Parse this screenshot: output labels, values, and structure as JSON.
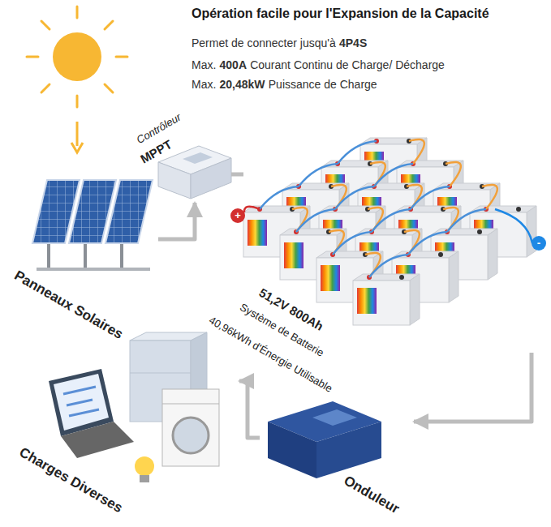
{
  "diagram": {
    "title": "Opération facile pour l'Expansion de la Capacité",
    "nodes": [
      {
        "text": [
          "Panneaux Solaires"
        ]
      },
      {
        "text": [
          "Contrôleur",
          "MPPT"
        ]
      },
      {
        "text": [
          "51,2V 800Ah",
          "Système de Batterie",
          "40,96kWh d'Énergie Utilisable"
        ]
      },
      {
        "text": [
          "Onduleur"
        ]
      },
      {
        "text": [
          "Charges Diverses"
        ]
      }
    ],
    "edges": [
      {
        "from": 0,
        "to": 1,
        "arrow": "to"
      },
      {
        "from": 1,
        "to": 2,
        "arrow": "none"
      },
      {
        "from": 2,
        "to": 3,
        "arrow": "to"
      },
      {
        "from": 3,
        "to": 4,
        "arrow": "to"
      }
    ],
    "labels": [
      "Permet de connecter jusqu'à",
      "4P4S",
      "Max.",
      "400A",
      "Courant Continu de Charge/ Décharge",
      "Max.",
      "20,48kW",
      "Puissance de Charge",
      "+",
      "-"
    ]
  }
}
